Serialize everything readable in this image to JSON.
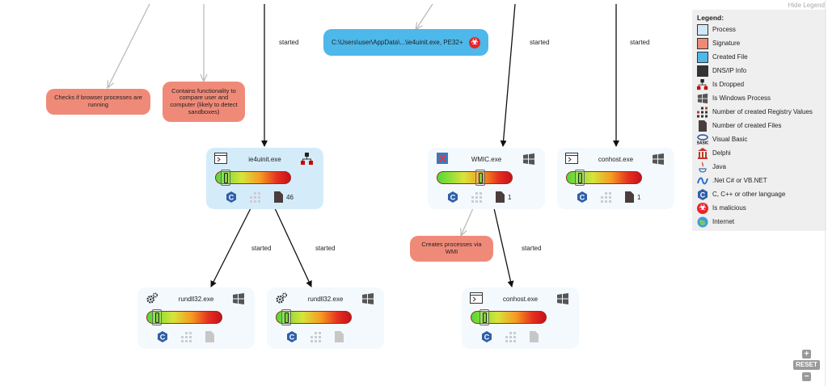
{
  "edges": {
    "started": "started"
  },
  "signatures": {
    "browser_check": "Checks if browser processes are running",
    "compare_user": "Contains functionality to compare user and computer (likely to detect sandboxes)",
    "wmi": "Creates processes via WMI"
  },
  "dropped_file": {
    "label": "C:\\Users\\user\\AppData\\...\\ie4uinit.exe, PE32+"
  },
  "processes": [
    {
      "name": "ie4uinit.exe",
      "files": "46"
    },
    {
      "name": "WMIC.exe",
      "files": "1"
    },
    {
      "name": "conhost.exe",
      "files": "1"
    },
    {
      "name": "rundll32.exe",
      "files": ""
    },
    {
      "name": "rundll32.exe",
      "files": ""
    },
    {
      "name": "conhost.exe",
      "files": ""
    }
  ],
  "legend": {
    "title": "Legend:",
    "hide_label": "Hide Legend",
    "items": [
      {
        "label": "Process",
        "icon": "process-swatch",
        "color": "#cfe9f7"
      },
      {
        "label": "Signature",
        "icon": "signature-swatch",
        "color": "#f08a78"
      },
      {
        "label": "Created File",
        "icon": "created-file-swatch",
        "color": "#4db8ea"
      },
      {
        "label": "DNS/IP Info",
        "icon": "dns-ip-swatch",
        "color": "#333333"
      },
      {
        "label": "Is Dropped",
        "icon": "dropped-icon"
      },
      {
        "label": "Is Windows Process",
        "icon": "windows-icon"
      },
      {
        "label": "Number of created Registry Values",
        "icon": "registry-icon"
      },
      {
        "label": "Number of created Files",
        "icon": "file-icon"
      },
      {
        "label": "Visual Basic",
        "icon": "visual-basic-icon"
      },
      {
        "label": "Delphi",
        "icon": "delphi-icon"
      },
      {
        "label": "Java",
        "icon": "java-icon"
      },
      {
        "label": ".Net C# or VB.NET",
        "icon": "dotnet-icon"
      },
      {
        "label": "C, C++ or other language",
        "icon": "c-language-icon"
      },
      {
        "label": "Is malicious",
        "icon": "malicious-icon"
      },
      {
        "label": "Internet",
        "icon": "internet-icon"
      }
    ]
  },
  "zoom": {
    "plus": "+",
    "reset": "RESET",
    "minus": "−"
  }
}
